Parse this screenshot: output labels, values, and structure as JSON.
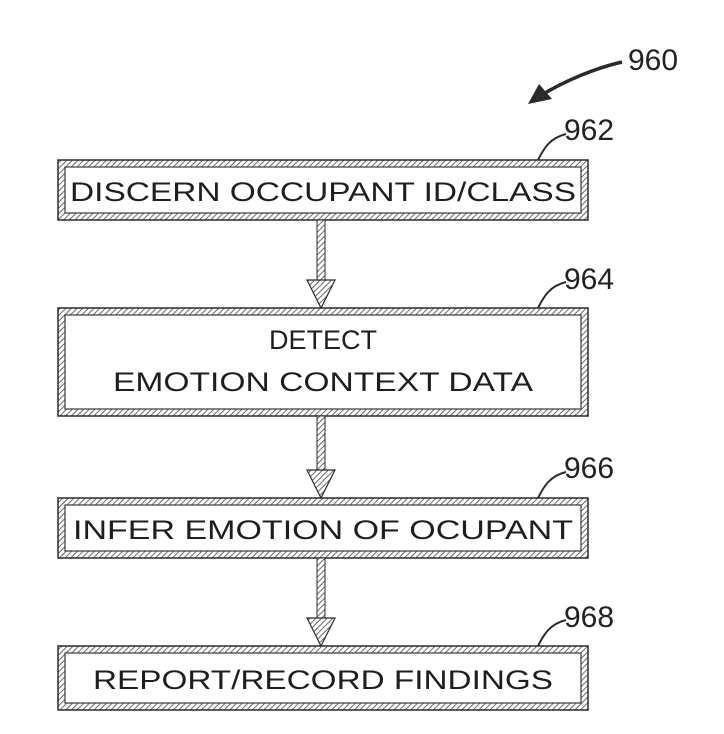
{
  "figure": {
    "ref": "960",
    "colors": {
      "stroke": "#2b2b2b",
      "hatch": "#6a6a6a",
      "box_fill": "#ffffff",
      "text": "#1e1e1e"
    }
  },
  "steps": [
    {
      "ref": "962",
      "lines": [
        "DISCERN OCCUPANT ID/CLASS"
      ]
    },
    {
      "ref": "964",
      "lines": [
        "DETECT",
        "EMOTION CONTEXT DATA"
      ]
    },
    {
      "ref": "966",
      "lines": [
        "INFER EMOTION OF OCUPANT"
      ]
    },
    {
      "ref": "968",
      "lines": [
        "REPORT/RECORD FINDINGS"
      ]
    }
  ]
}
